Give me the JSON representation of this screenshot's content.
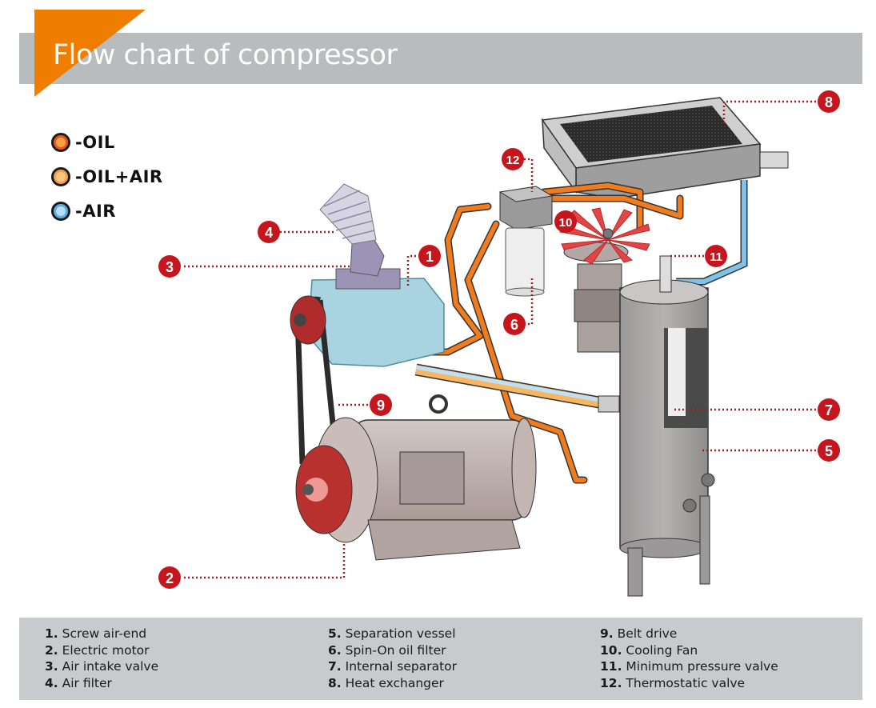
{
  "title": "Flow chart of compressor",
  "colors": {
    "accent_orange": "#ee7d00",
    "header_gray": "#b9bcbe",
    "footer_gray": "#c8cbcd",
    "callout_red": "#c4161c",
    "oil": "#f07c1e",
    "oil_air": "#f8b562",
    "air": "#7ec3ea"
  },
  "legend": [
    {
      "label": "-OIL",
      "fill": "#f7a041",
      "ring": "#e2571e"
    },
    {
      "label": "-OIL+AIR",
      "fill": "#f8c582",
      "ring": "#f2a24a"
    },
    {
      "label": "-AIR",
      "fill": "#b9dcf4",
      "ring": "#5aaee0"
    }
  ],
  "callouts": [
    "1",
    "2",
    "3",
    "4",
    "5",
    "6",
    "7",
    "8",
    "9",
    "10",
    "11",
    "12"
  ],
  "parts": [
    {
      "num": "1.",
      "name": "Screw air-end"
    },
    {
      "num": "2.",
      "name": "Electric motor"
    },
    {
      "num": "3.",
      "name": "Air intake valve"
    },
    {
      "num": "4.",
      "name": "Air filter"
    },
    {
      "num": "5.",
      "name": "Separation vessel"
    },
    {
      "num": "6.",
      "name": "Spin-On oil filter"
    },
    {
      "num": "7.",
      "name": "Internal separator"
    },
    {
      "num": "8.",
      "name": "Heat exchanger"
    },
    {
      "num": "9.",
      "name": "Belt drive"
    },
    {
      "num": "10.",
      "name": "Cooling Fan"
    },
    {
      "num": "11.",
      "name": "Minimum pressure valve"
    },
    {
      "num": "12.",
      "name": "Thermostatic valve"
    }
  ]
}
